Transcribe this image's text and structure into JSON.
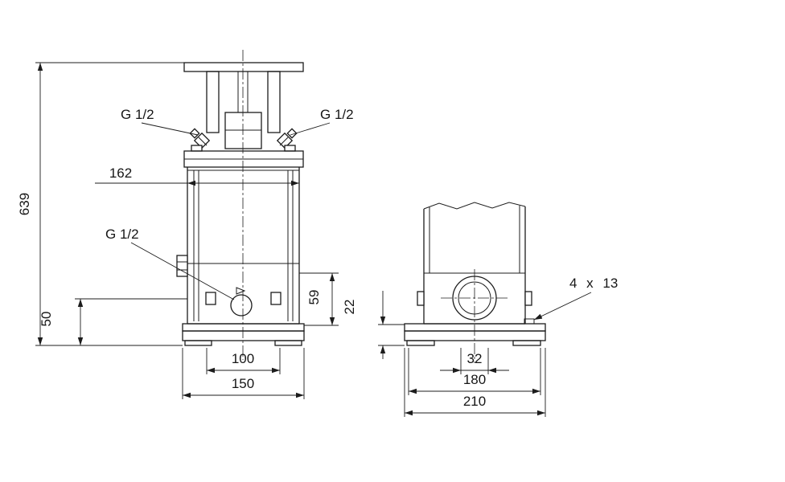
{
  "front_view": {
    "dim_total_height": "639",
    "dim_head_width": "162",
    "port_top_left": "G 1/2",
    "port_top_right": "G 1/2",
    "port_drain": "G 1/2",
    "dim_port_to_base": "50",
    "dim_port_height": "59",
    "dim_foot_inner": "100",
    "dim_foot_outer": "150"
  },
  "side_view": {
    "dim_base_height": "22",
    "dim_bolt_holes": "4 x 13",
    "dim_port_offset": "32",
    "dim_hole_span": "180",
    "dim_base_width": "210"
  }
}
